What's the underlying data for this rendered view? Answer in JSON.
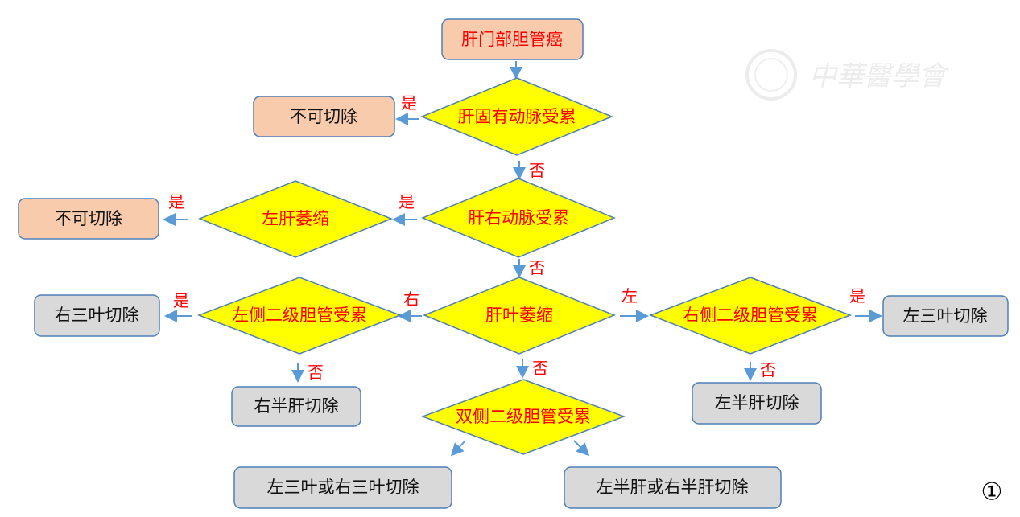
{
  "watermark": {
    "text": "中華醫學會"
  },
  "figure_number": "①",
  "nodes": {
    "start": "肝门部胆管癌",
    "q_hepatic_artery": "肝固有动脉受累",
    "unresectable_1": "不可切除",
    "q_right_hepatic_artery": "肝右动脉受累",
    "q_left_atrophy": "左肝萎缩",
    "unresectable_2": "不可切除",
    "q_lobe_atrophy": "肝叶萎缩",
    "q_left_secondary": "左侧二级胆管受累",
    "right_trisection": "右三叶切除",
    "right_hemi": "右半肝切除",
    "q_right_secondary": "右侧二级胆管受累",
    "left_trisection": "左三叶切除",
    "left_hemi": "左半肝切除",
    "q_bilateral": "双侧二级胆管受累",
    "tri_either": "左三叶或右三叶切除",
    "hemi_either": "左半肝或右半肝切除"
  },
  "edge_labels": {
    "yes_1": "是",
    "no_1": "否",
    "yes_2": "是",
    "yes_3": "是",
    "no_2": "否",
    "right": "右",
    "left": "左",
    "yes_4": "是",
    "no_4": "否",
    "yes_5": "是",
    "no_5": "否",
    "no_3": "否"
  }
}
